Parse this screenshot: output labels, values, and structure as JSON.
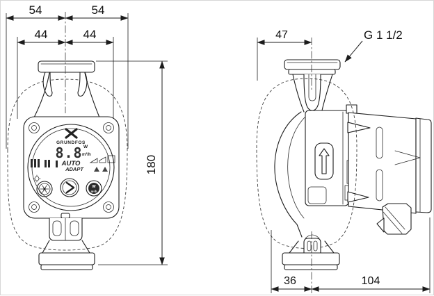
{
  "title": "Circulator pump dimensional drawing",
  "colors": {
    "line": "#1c1c1c",
    "background": "#ffffff",
    "dashed_outline": "#3c3c3c",
    "lcd": "#2e2e2e"
  },
  "front_view": {
    "dimensions": {
      "flange_half_left": "54",
      "flange_half_right": "54",
      "body_half_left": "44",
      "body_half_right": "44",
      "overall_height": "180"
    },
    "panel": {
      "brand": "GRUNDFOS",
      "display_value": "8.8",
      "display_unit_power": "W",
      "display_unit_flow": "m³/h",
      "mode_word_top": "AUTO",
      "mode_word_bottom": "ADAPT",
      "button_power_label": "W",
      "button_flow_label": "m³/h"
    }
  },
  "side_view": {
    "dimensions": {
      "port_to_front": "47",
      "thread_size": "G 1 1/2",
      "center_to_front": "36",
      "center_to_back": "104"
    }
  }
}
